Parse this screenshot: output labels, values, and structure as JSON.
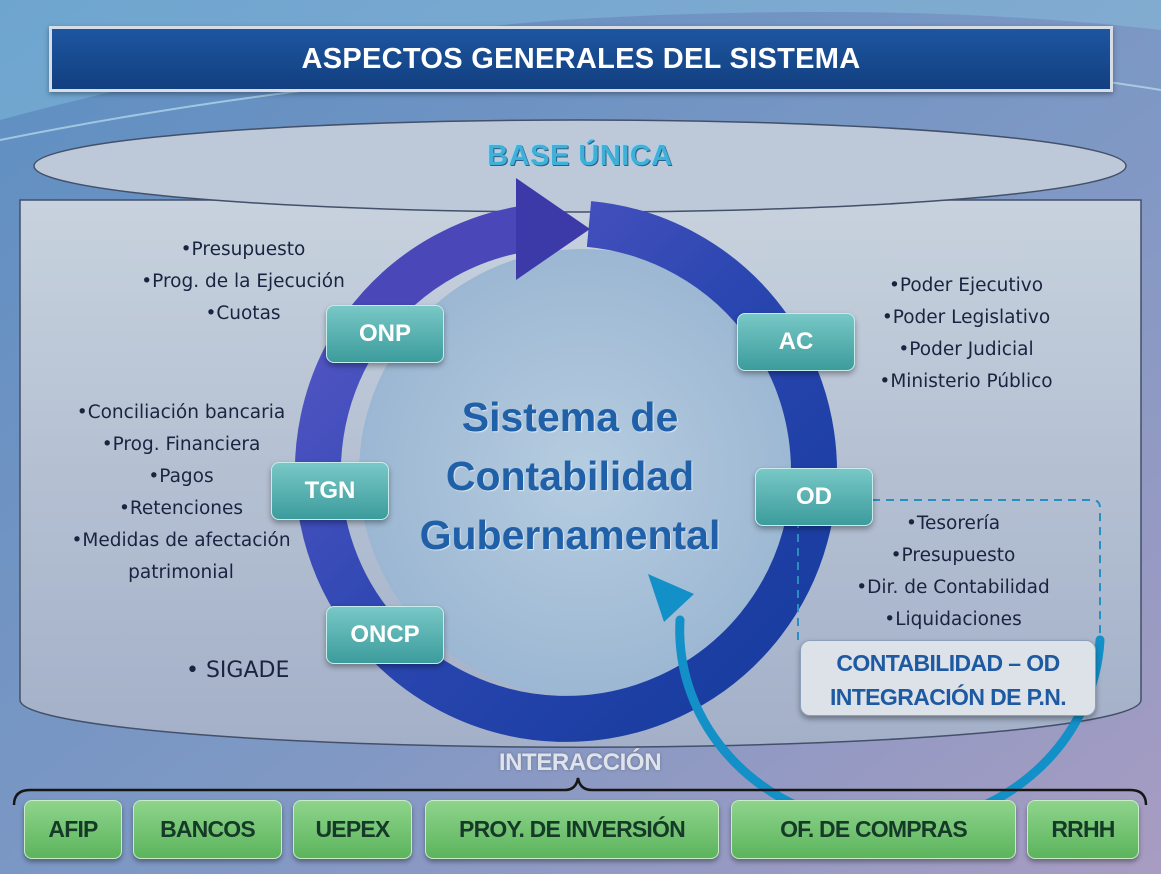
{
  "title": "ASPECTOS GENERALES DEL SISTEMA",
  "base_label": "BASE ÚNICA",
  "center": {
    "line1": "Sistema de",
    "line2": "Contabilidad",
    "line3": "Gubernamental"
  },
  "nodes": {
    "onp": "ONP",
    "tgn": "TGN",
    "oncp": "ONCP",
    "ac": "AC",
    "od": "OD"
  },
  "onp_items": [
    "•Presupuesto",
    "•Prog. de la Ejecución",
    "•Cuotas"
  ],
  "tgn_items": [
    "•Conciliación bancaria",
    "•Prog. Financiera",
    "•Pagos",
    "•Retenciones",
    "•Medidas de afectación",
    "patrimonial"
  ],
  "ac_items": [
    "•Poder Ejecutivo",
    "•Poder Legislativo",
    "•Poder Judicial",
    "•Ministerio Público"
  ],
  "od_items": [
    "•Tesorería",
    "•Presupuesto",
    "•Dir. de Contabilidad",
    "•Liquidaciones"
  ],
  "sigade": "• SIGADE",
  "contabilidad_box": {
    "line1": "CONTABILIDAD – OD",
    "line2": "INTEGRACIÓN DE P.N."
  },
  "interaccion_label": "INTERACCIÓN",
  "external": [
    "AFIP",
    "BANCOS",
    "UEPEX",
    "PROY. DE INVERSIÓN",
    "OF. DE COMPRAS",
    "RRHH"
  ],
  "colors": {
    "title_bar": "#1a4e96",
    "node_teal": "#5fb6b6",
    "external_green": "#76c676",
    "center_text": "#1f60a8",
    "base_label": "#3fb0d8"
  }
}
